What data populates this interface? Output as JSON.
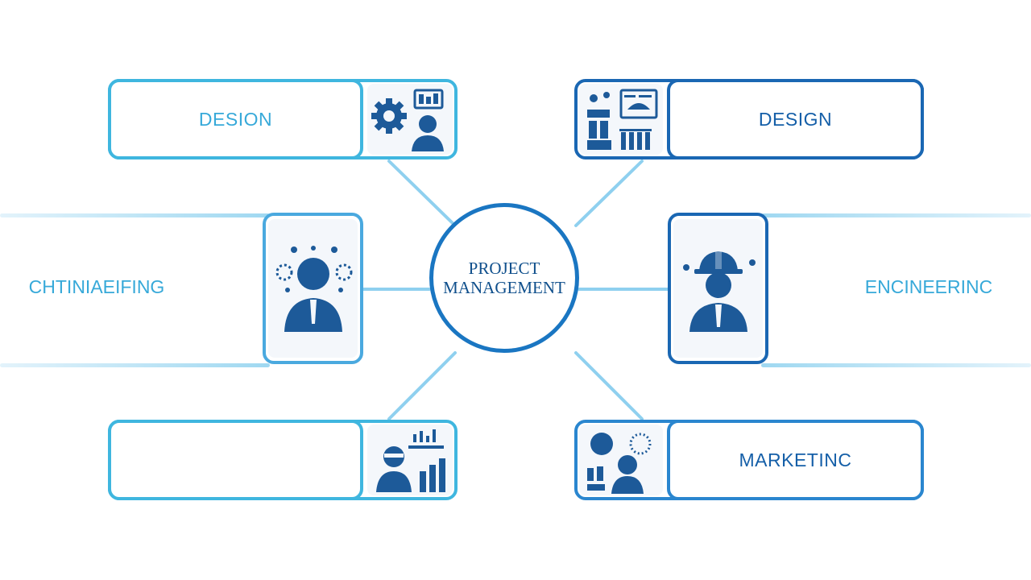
{
  "colors": {
    "light_blue": "#3fb6df",
    "dark_blue": "#1a67b3",
    "connector": "#8fd0ef",
    "icon_fill": "#1d5a99",
    "text_light": "#37a9d9",
    "text_dark": "#155fa8"
  },
  "hub": {
    "line1": "PROJECT",
    "line2": "MANAGEMENT"
  },
  "nodes": {
    "top_left": {
      "label": "DESION",
      "icon": "gear-person-icon"
    },
    "top_right": {
      "label": "DESIGN",
      "icon": "blueprint-team-icon"
    },
    "mid_left": {
      "label": "CHTINIAEIFING",
      "icon": "person-gears-icon"
    },
    "mid_right": {
      "label": "ENCINEERINC",
      "icon": "hardhat-engineer-icon"
    },
    "bottom_left": {
      "label": "",
      "icon": "analyst-chart-icon"
    },
    "bottom_right": {
      "label": "MARKETINC",
      "icon": "marketing-team-icon"
    }
  }
}
